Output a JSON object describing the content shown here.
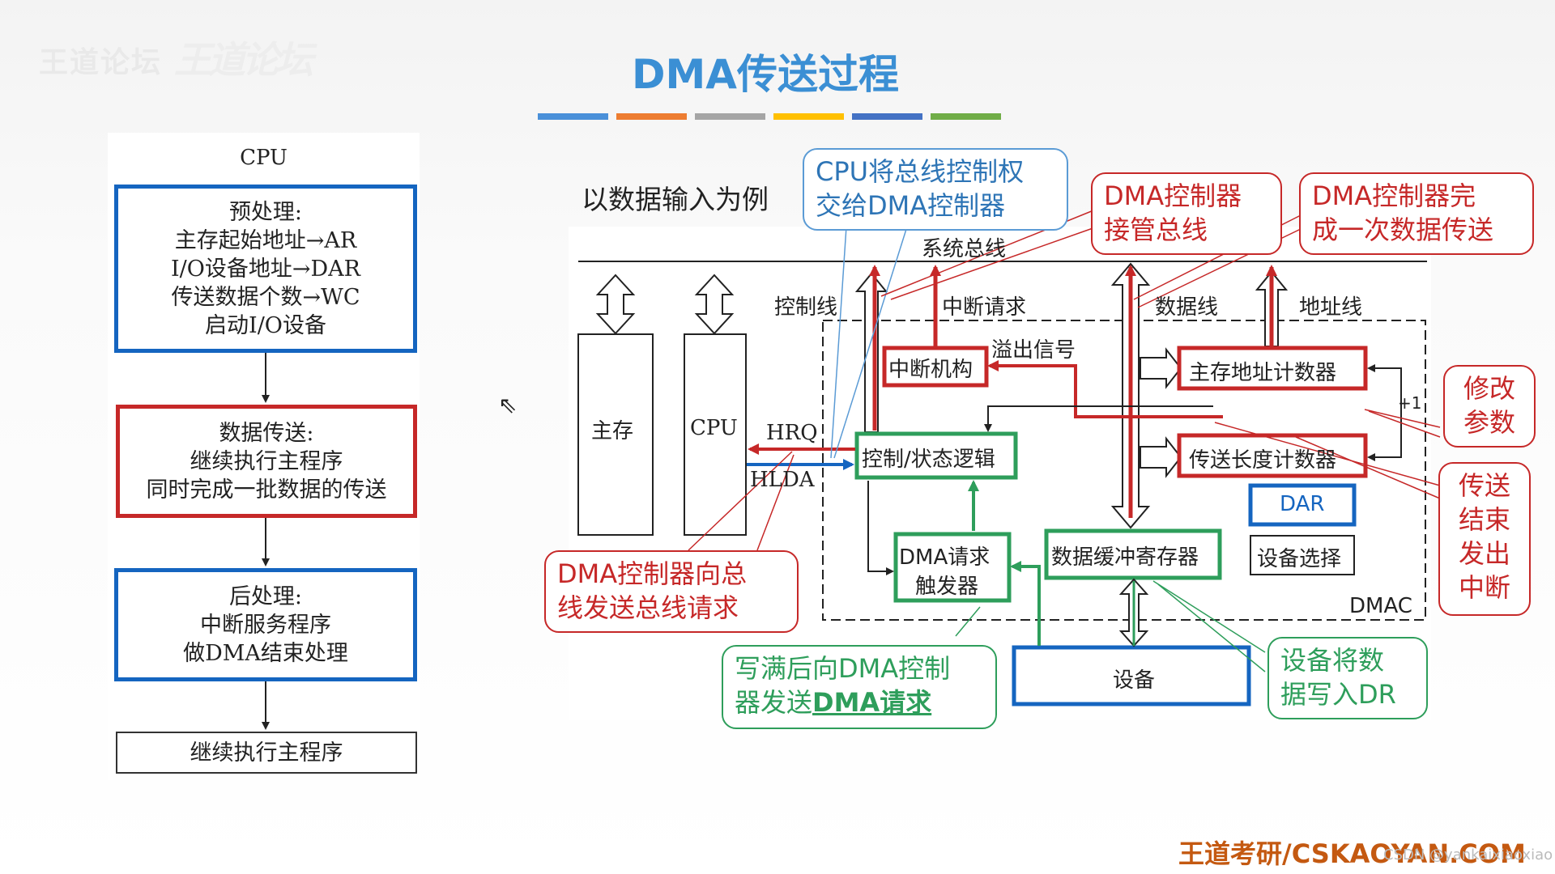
{
  "header": {
    "logo_text": "王道论坛",
    "logo_script": "王道论坛",
    "title": "DMA传送过程"
  },
  "colors": {
    "title": "#3b8fd4",
    "accent_bars": [
      "#4a90d9",
      "#ed7d31",
      "#a5a5a5",
      "#ffc000",
      "#4472c4",
      "#70ad47"
    ],
    "red": "#c62828",
    "blue": "#1565c0",
    "green": "#2e9e5b"
  },
  "flowchart": {
    "cpu_label": "CPU",
    "pre": [
      "预处理:",
      "主存起始地址→AR",
      "I/O设备地址→DAR",
      "传送数据个数→WC",
      "启动I/O设备"
    ],
    "transfer": [
      "数据传送:",
      "继续执行主程序",
      "同时完成一批数据的传送"
    ],
    "post": [
      "后处理:",
      "中断服务程序",
      "做DMA结束处理"
    ],
    "continue": "继续执行主程序"
  },
  "diagram": {
    "example_text": "以数据输入为例",
    "system_bus": "系统总线",
    "control_line": "控制线",
    "interrupt_request": "中断请求",
    "data_line": "数据线",
    "address_line": "地址线",
    "overflow_signal": "溢出信号",
    "main_memory": "主存",
    "cpu": "CPU",
    "hrq": "HRQ",
    "hlda": "HLDA",
    "interrupt_unit": "中断机构",
    "control_logic": "控制/状态逻辑",
    "address_counter": "主存地址计数器",
    "length_counter": "传送长度计数器",
    "plus_one": "+1",
    "dar": "DAR",
    "device_select": "设备选择",
    "dma_trigger": [
      "DMA请求",
      "触发器"
    ],
    "data_buffer": "数据缓冲寄存器",
    "dmac": "DMAC",
    "device": "设备"
  },
  "callouts": {
    "cpu_hands_bus": [
      "CPU将总线控制权",
      "交给DMA控制器"
    ],
    "dma_takes_bus": [
      "DMA控制器",
      "接管总线"
    ],
    "dma_done_one": [
      "DMA控制器完",
      "成一次数据传送"
    ],
    "modify_params": [
      "修改",
      "参数"
    ],
    "transfer_end": [
      "传送",
      "结束",
      "发出",
      "中断"
    ],
    "dma_sends_request": [
      "DMA控制器向总",
      "线发送总线请求"
    ],
    "write_full": [
      "写满后向DMA控制",
      "器发送"
    ],
    "write_full_bold": "DMA请求",
    "device_writes": [
      "设备将数",
      "据写入DR"
    ]
  },
  "footer": {
    "brand": "王道考研/CSKAOYAN.COM",
    "watermark": "CSDN @yankaixiaoxiao"
  }
}
